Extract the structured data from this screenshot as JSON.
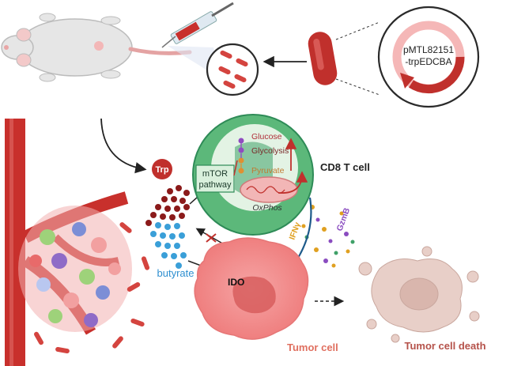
{
  "plasmid": {
    "line1": "pMTL82151",
    "line2": "-trpEDCBA"
  },
  "labels": {
    "trp": "Trp",
    "cd8": "CD8 T cell",
    "mtor_line1": "mTOR",
    "mtor_line2": "pathway",
    "glucose": "Glucose",
    "glycolysis": "Glycolysis",
    "pyruvate": "Pyruvate",
    "oxphos": "OxPhos",
    "ifng": "IFNγ",
    "gzmb": "GzmB",
    "butyrate": "butyrate",
    "ido": "IDO",
    "tumor_cell": "Tumor cell",
    "tumor_death": "Tumor cell death"
  },
  "colors": {
    "bacteria_red": "#c0302c",
    "tcell_outer": "#4caf6d",
    "tcell_inner": "#2e8b57",
    "tumor_pink": "#f08a8a",
    "butyrate_blue": "#3a9fd8",
    "trp_dark_red": "#8b1a1a",
    "tumor_label": "#e07060",
    "death_label": "#b5524a",
    "glycolysis_text": "#b0303a",
    "pyruvate_text": "#c07a30",
    "gzmb_text": "#8a4cc0",
    "ifng_text": "#e0a020"
  },
  "icons": {
    "mouse": "mouse-icon",
    "syringe": "syringe-icon",
    "bacterium": "bacterium-icon",
    "plasmid": "plasmid-icon",
    "blood_vessel": "blood-vessel-icon",
    "mitochondrion": "mitochondrion-icon",
    "inhibit_cross": "inhibition-cross-icon"
  }
}
